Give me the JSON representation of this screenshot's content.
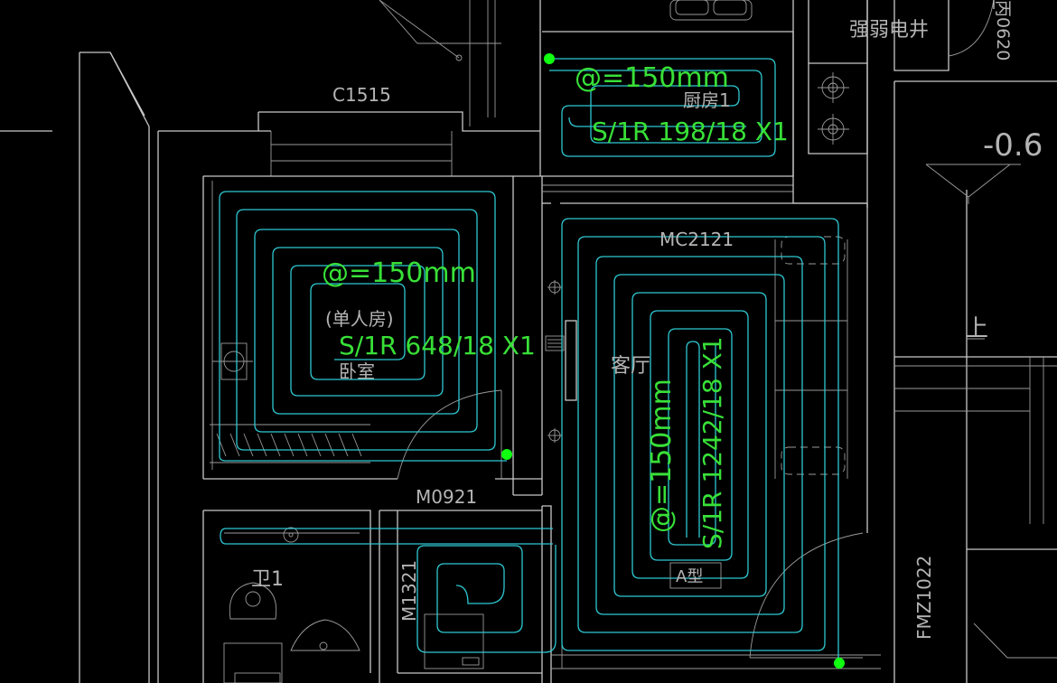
{
  "colors": {
    "background": "#000000",
    "wall": "#c8c8c8",
    "pipe": "#2ec8d2",
    "annotation": "#38e038",
    "marker": "#10ff10"
  },
  "labels": {
    "window_top": "C1515",
    "weak_shaft": "强弱电井",
    "door_right_top": "丙0620",
    "elevation": "-0.6",
    "kitchen_spacing": "@=150mm",
    "kitchen_room": "厨房1",
    "kitchen_spec": "S/1R 198/18 X1",
    "bedroom_spacing": "@=150mm",
    "bedroom_note": "(单人房)",
    "bedroom_spec": "S/1R 648/18 X1",
    "bedroom_room": "卧室",
    "living_door": "MC2121",
    "living_room": "客厅",
    "living_spacing": "@=150mm",
    "living_spec": "S/1R 1242/18 X1",
    "stair_up": "上",
    "door_bedroom": "M0921",
    "door_bath": "M1321",
    "bath_room": "卫1",
    "type_a": "A型",
    "fire_door": "FMZ1022"
  }
}
